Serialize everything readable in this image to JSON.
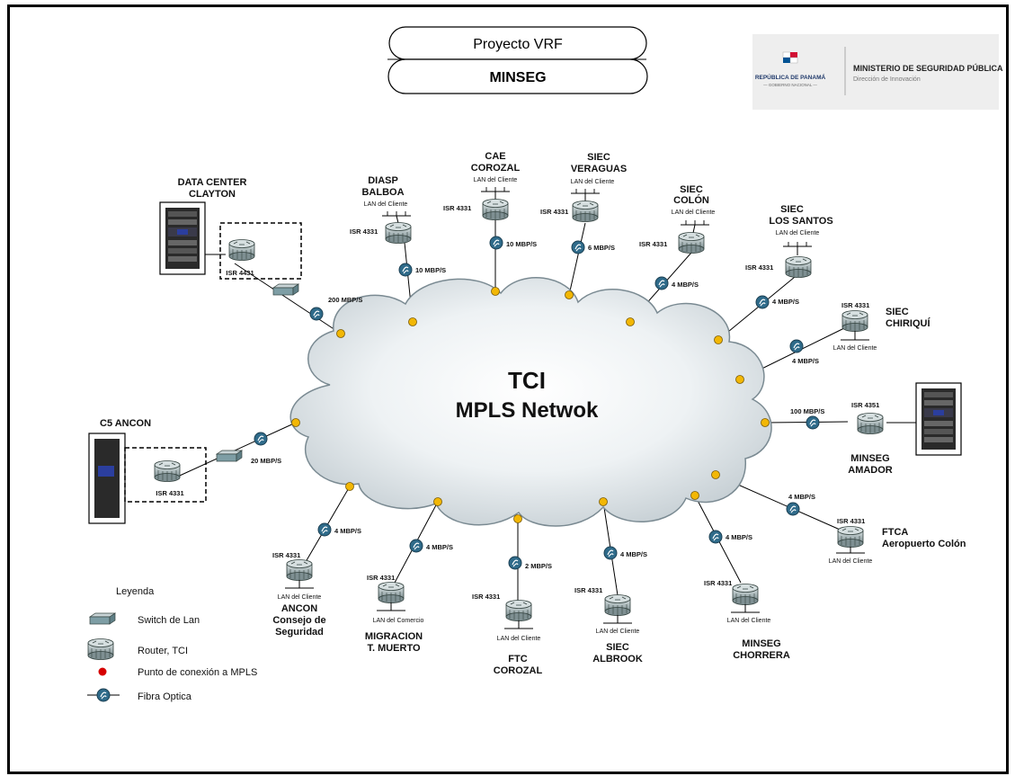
{
  "title_box": {
    "title": "Proyecto VRF",
    "subtitle": "MINSEG"
  },
  "logo": {
    "country": "REPÚBLICA DE PANAMÁ",
    "gov": "— GOBIERNO NACIONAL —",
    "ministry": "MINISTERIO DE SEGURIDAD PÚBLICA",
    "dept": "Dirección de Innovación"
  },
  "cloud": {
    "line1": "TCI",
    "line2": "MPLS  Netwok"
  },
  "sites": {
    "data_center": {
      "name1": "DATA CENTER",
      "name2": "CLAYTON",
      "router": "ISR 4431",
      "speed": "200 MBP/S"
    },
    "c5": {
      "name1": "C5 ANCON",
      "router": "ISR 4331",
      "speed": "20 MBP/S"
    },
    "diasp": {
      "name1": "DIASP",
      "name2": "BALBOA",
      "lan": "LAN del Cliente",
      "router": "ISR 4331",
      "speed": "10 MBP/S"
    },
    "cae": {
      "name1": "CAE",
      "name2": "COROZAL",
      "lan": "LAN del Cliente",
      "router": "ISR 4331",
      "speed": "10 MBP/S"
    },
    "veraguas": {
      "name1": "SIEC",
      "name2": "VERAGUAS",
      "lan": "LAN del Cliente",
      "router": "ISR 4331",
      "speed": "6 MBP/S"
    },
    "colon": {
      "name1": "SIEC",
      "name2": "COLÓN",
      "lan": "LAN del Cliente",
      "router": "ISR 4331",
      "speed": "4 MBP/S"
    },
    "santos": {
      "name1": "SIEC",
      "name2": "LOS SANTOS",
      "lan": "LAN del Cliente",
      "router": "ISR 4331",
      "speed": "4 MBP/S"
    },
    "chiriqui": {
      "name1": "SIEC",
      "name2": "CHIRIQUÍ",
      "lan": "LAN del Cliente",
      "router": "ISR 4331",
      "speed": "4 MBP/S"
    },
    "amador": {
      "name1": "MINSEG",
      "name2": "AMADOR",
      "router": "ISR 4351",
      "speed": "100 MBP/S"
    },
    "ftca": {
      "name1": "FTCA",
      "name2": "Aeropuerto Colón",
      "lan": "LAN del Cliente",
      "router": "ISR 4331",
      "speed": "4 MBP/S"
    },
    "chorrera": {
      "name1": "MINSEG",
      "name2": "CHORRERA",
      "lan": "LAN del Cliente",
      "router": "ISR 4331",
      "speed": "4 MBP/S"
    },
    "albrook": {
      "name1": "SIEC",
      "name2": "ALBROOK",
      "lan": "LAN del Cliente",
      "router": "ISR 4331",
      "speed": "4 MBP/S"
    },
    "ftc": {
      "name1": "FTC",
      "name2": "COROZAL",
      "lan": "LAN del Cliente",
      "router": "ISR 4331",
      "speed": "2 MBP/S"
    },
    "migracion": {
      "name1": "MIGRACION",
      "name2": "T. MUERTO",
      "lan": "LAN del Comercio",
      "router": "ISR 4331",
      "speed": "4 MBP/S"
    },
    "ancon": {
      "name1": "ANCON",
      "name2": "Consejo de",
      "name3": "Seguridad",
      "lan": "LAN del Cliente",
      "router": "ISR 4331",
      "speed": "4 MBP/S"
    }
  },
  "legend": {
    "title": "Leyenda",
    "switch": "Switch de Lan",
    "router": "Router, TCI",
    "point": "Punto de conexión a MPLS",
    "fiber": "Fibra Optica"
  },
  "colors": {
    "connection_point": "#f2b705",
    "fiber": "#2f6b8a",
    "router": "#9aa9ab",
    "cloud_edge": "#7a8a92"
  }
}
